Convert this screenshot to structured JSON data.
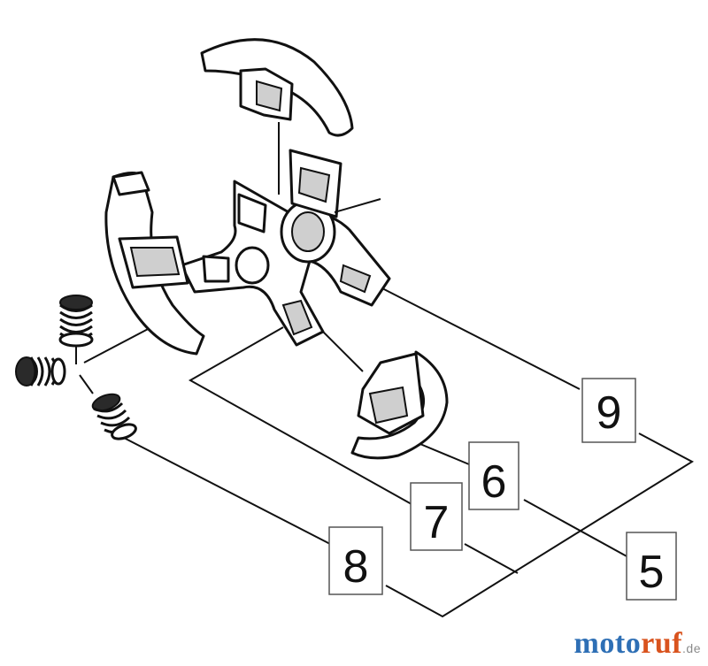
{
  "diagram": {
    "callouts": [
      {
        "id": "callout-9",
        "label": "9"
      },
      {
        "id": "callout-6",
        "label": "6"
      },
      {
        "id": "callout-7",
        "label": "7"
      },
      {
        "id": "callout-8",
        "label": "8"
      },
      {
        "id": "callout-5",
        "label": "5"
      }
    ]
  },
  "watermark": {
    "part1": "moto",
    "part2": "ruf",
    "suffix": ".de",
    "colors": {
      "part1": "#2e6fb5",
      "part2": "#d9531e"
    }
  }
}
